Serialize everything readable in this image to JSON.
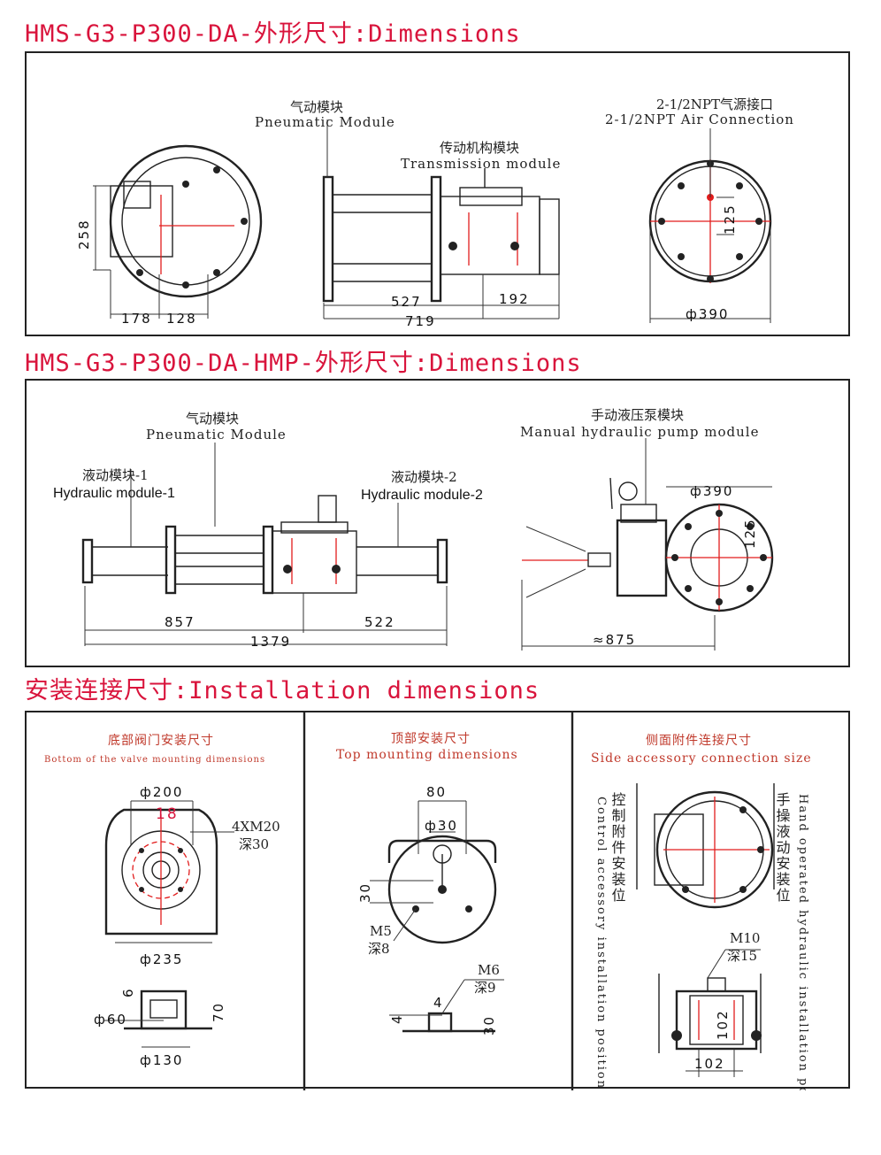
{
  "titles": {
    "t1": "HMS-G3-P300-DA-外形尺寸:Dimensions",
    "t2": "HMS-G3-P300-DA-HMP-外形尺寸:Dimensions",
    "t3": "安装连接尺寸:Installation dimensions"
  },
  "panel1": {
    "pneumatic_cn": "气动模块",
    "pneumatic_en": "Pneumatic Module",
    "transmission_cn": "传动机构模块",
    "transmission_en": "Transmission module",
    "air_cn": "2-1/2NPT气源接口",
    "air_en": "2-1/2NPT Air Connection",
    "d258": "258",
    "d178": "178",
    "d128": "128",
    "d527": "527",
    "d192": "192",
    "d719": "719",
    "d125": "125",
    "d390": "ф390"
  },
  "panel2": {
    "pneumatic_cn": "气动模块",
    "pneumatic_en": "Pneumatic Module",
    "hyd1_cn": "液动模块-1",
    "hyd1_en": "Hydraulic module-1",
    "hyd2_cn": "液动模块-2",
    "hyd2_en": "Hydraulic module-2",
    "manual_cn": "手动液压泵模块",
    "manual_en": "Manual hydraulic pump module",
    "d857": "857",
    "d522": "522",
    "d1379": "1379",
    "d390": "ф390",
    "d125": "125",
    "d875": "≈875"
  },
  "panel3": {
    "bottom_cn": "底部阀门安装尺寸",
    "bottom_en": "Bottom of the valve mounting dimensions",
    "d200": "ф200",
    "d18": "18",
    "thread": "4XM20",
    "depth30": "深30",
    "d235": "ф235",
    "d60": "ф60",
    "d6": "6",
    "d70": "70",
    "d130": "ф130",
    "top_cn": "顶部安装尺寸",
    "top_en": "Top mounting dimensions",
    "d80": "80",
    "d30": "ф30",
    "d30v": "30",
    "m5": "M5",
    "depth8": "深8",
    "m6": "M6",
    "depth9": "深9",
    "d4a": "4",
    "d4b": "4",
    "d30c": "30",
    "side_cn": "侧面附件连接尺寸",
    "side_en": "Side accessory connection size",
    "ctrl_cn": "控制附件安装位",
    "ctrl_en": "Control accessory installation position",
    "hand_cn": "手操液动安装位",
    "hand_en": "Hand operated hydraulic installation position",
    "m10": "M10",
    "depth15": "深15",
    "d102v": "102",
    "d102h": "102"
  }
}
